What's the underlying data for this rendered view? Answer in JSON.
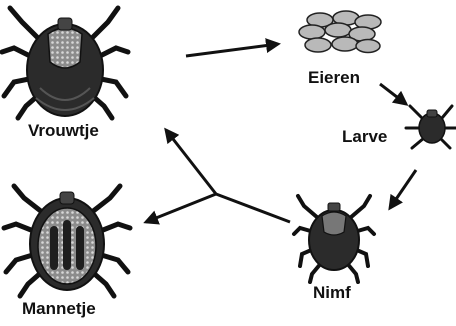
{
  "diagram": {
    "stages": {
      "female": "Vrouwtje",
      "eggs": "Eieren",
      "larva": "Larve",
      "nymph": "Nimf",
      "male": "Mannetje"
    },
    "colors": {
      "ink": "#111111",
      "tick_body": "#2b2b2b",
      "tick_shield": "#9a9a9a",
      "egg": "#b9b9b9"
    }
  }
}
